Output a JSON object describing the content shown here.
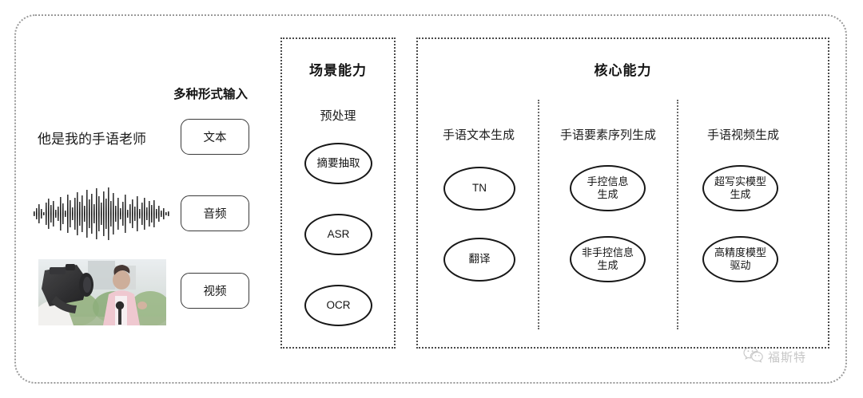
{
  "diagram": {
    "input_section": {
      "title": "多种形式输入",
      "sample_text": "他是我的手语老师",
      "modalities": [
        {
          "label": "文本",
          "icon": "text-icon"
        },
        {
          "label": "音频",
          "icon": "audio-waveform-icon"
        },
        {
          "label": "视频",
          "icon": "video-thumbnail-icon"
        }
      ]
    },
    "scene_panel": {
      "title": "场景能力",
      "subtitle": "预处理",
      "nodes": [
        {
          "label": "摘要抽取"
        },
        {
          "label": "ASR"
        },
        {
          "label": "OCR"
        }
      ]
    },
    "core_panel": {
      "title": "核心能力",
      "columns": [
        {
          "heading": "手语文本生成",
          "nodes": [
            {
              "label": "TN"
            },
            {
              "label": "翻译"
            }
          ]
        },
        {
          "heading": "手语要素序列生成",
          "nodes": [
            {
              "label": "手控信息\n生成"
            },
            {
              "label": "非手控信息\n生成"
            }
          ]
        },
        {
          "heading": "手语视频生成",
          "nodes": [
            {
              "label": "超写实模型\n生成"
            },
            {
              "label": "高精度模型\n驱动"
            }
          ]
        }
      ]
    },
    "watermark": {
      "icon": "wechat-icon",
      "text": "福斯特"
    }
  },
  "colors": {
    "frame": "#9a9a9a",
    "panel_border": "#4a4a4a",
    "node_border": "#171717",
    "text": "#141414",
    "watermark": "#8e8e8e"
  }
}
